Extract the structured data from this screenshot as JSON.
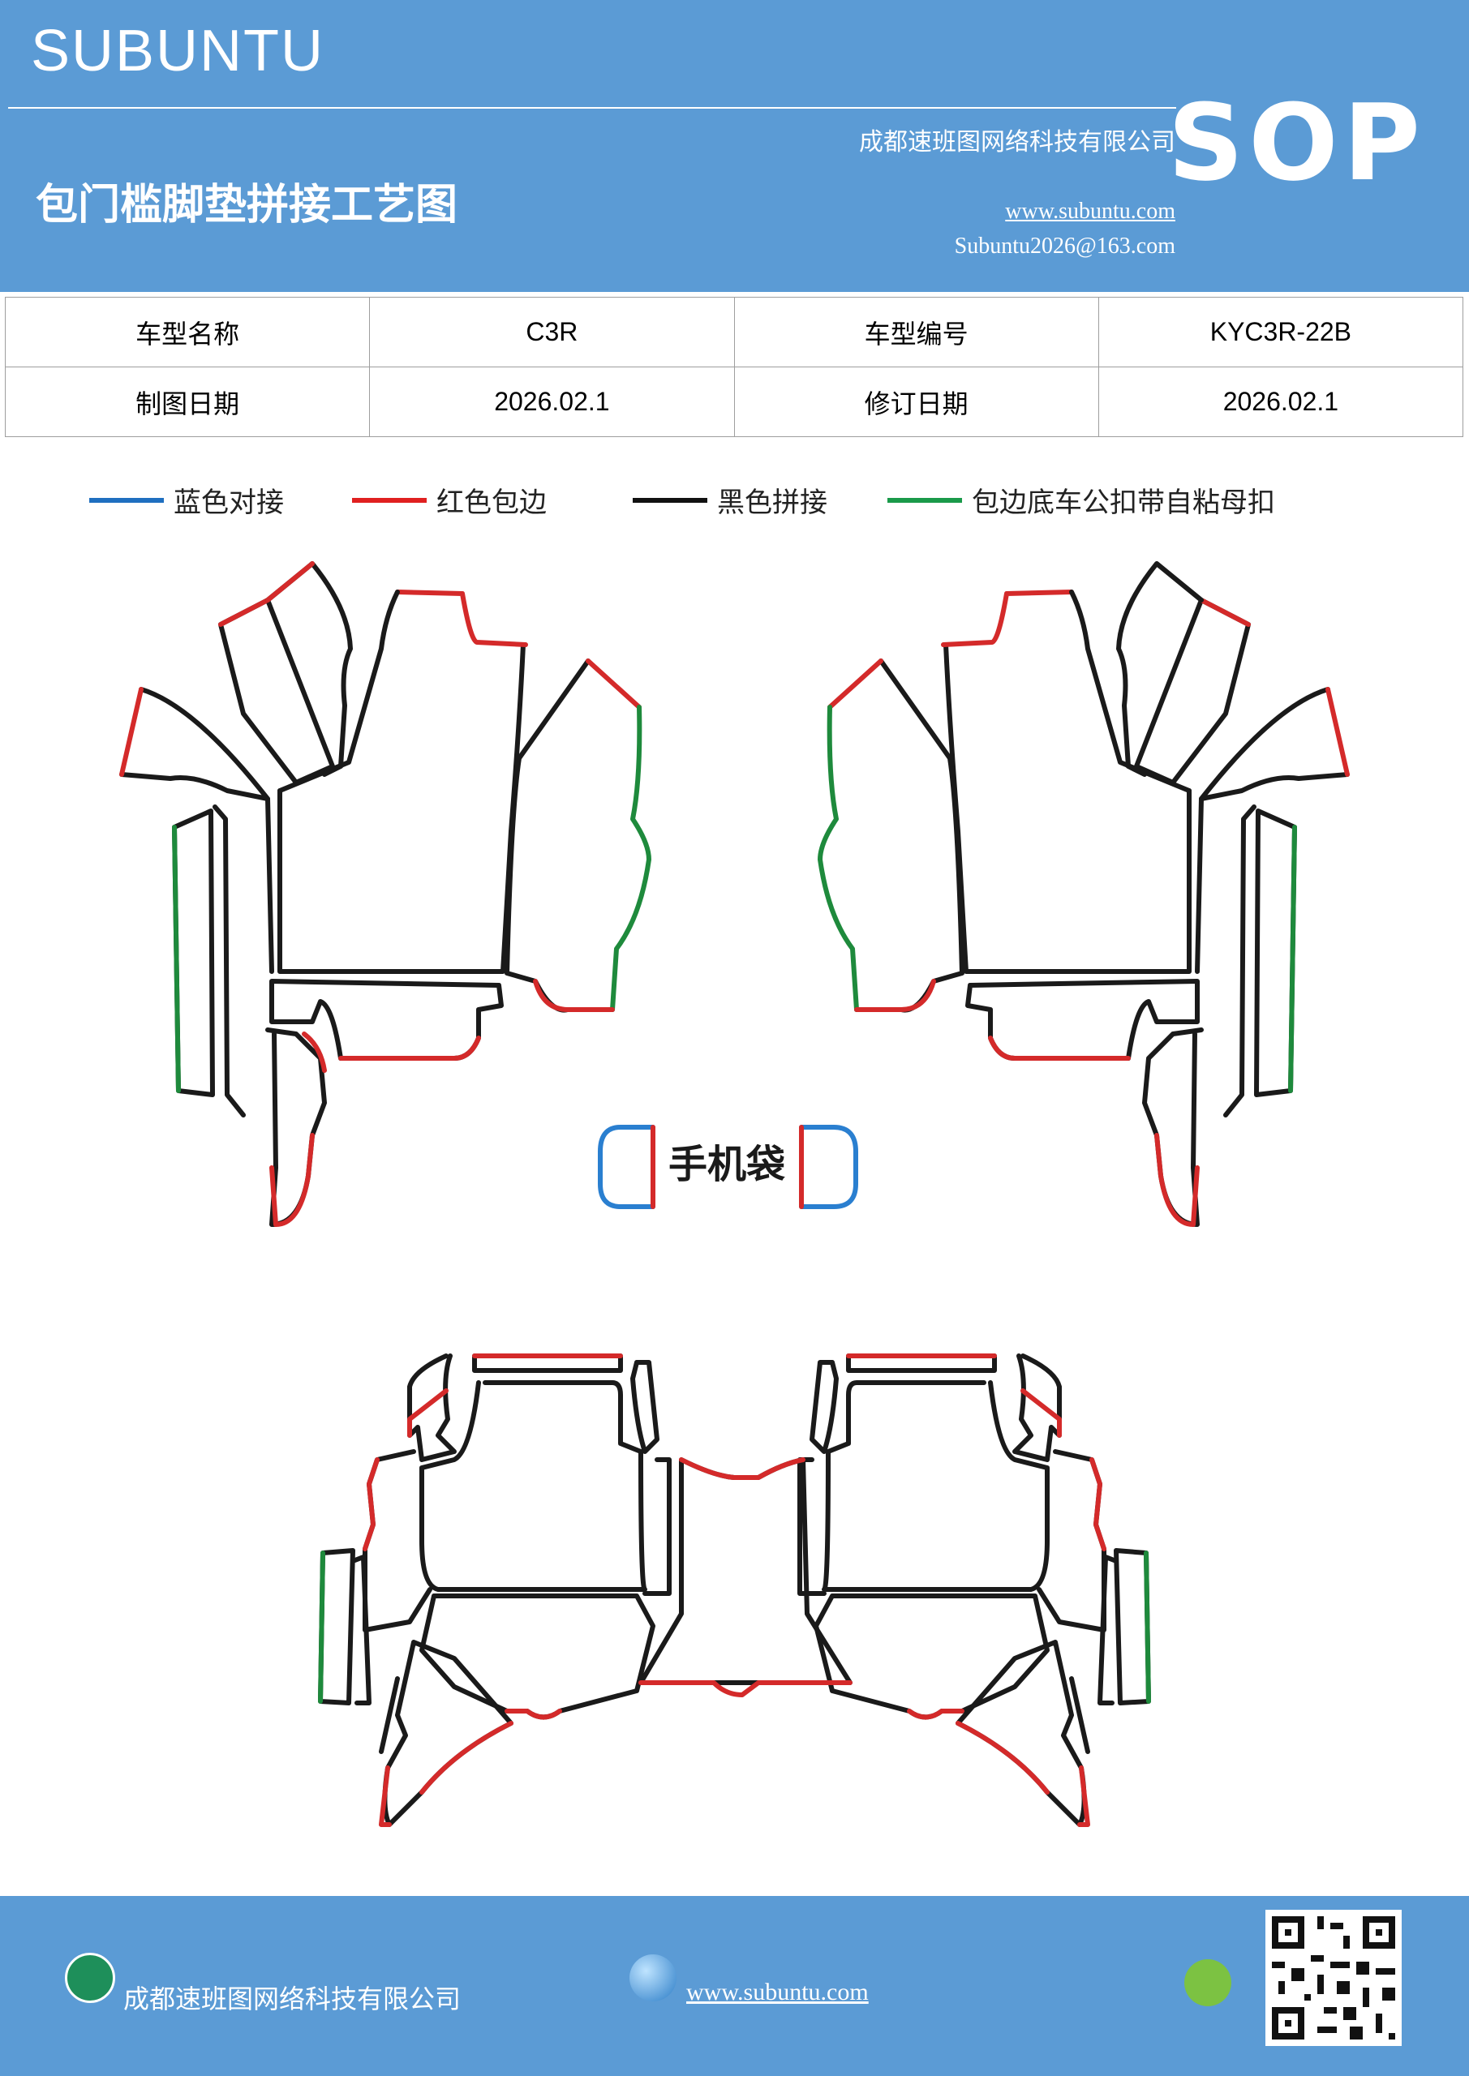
{
  "header": {
    "brand": "SUBUNTU",
    "title": "包门槛脚垫拼接工艺图",
    "company": "成都速班图网络科技有限公司",
    "website": "www.subuntu.com",
    "email": "Subuntu2026@163.com",
    "doc_type": "SOP"
  },
  "info_table": {
    "rows": [
      [
        {
          "text": "车型名称"
        },
        {
          "text": "C3R"
        },
        {
          "text": "车型编号"
        },
        {
          "text": "KYC3R-22B"
        }
      ],
      [
        {
          "text": "制图日期"
        },
        {
          "text": "2026.02.1"
        },
        {
          "text": "修订日期"
        },
        {
          "text": "2026.02.1"
        }
      ]
    ]
  },
  "legend": [
    {
      "label": "蓝色对接",
      "color": "#1f6fc0"
    },
    {
      "label": "红色包边",
      "color": "#e02020"
    },
    {
      "label": "黑色拼接",
      "color": "#111111"
    },
    {
      "label": "包边底车公扣带自粘母扣",
      "color": "#1a9a4a"
    }
  ],
  "diagram": {
    "phone_bag_label": "手机袋",
    "colors": {
      "black": "#1a1a1a",
      "red": "#d42a2a",
      "green": "#1e8a3c",
      "blue": "#2a7fd0"
    }
  },
  "footer": {
    "company": "成都速班图网络科技有限公司",
    "website": "www.subuntu.com"
  }
}
